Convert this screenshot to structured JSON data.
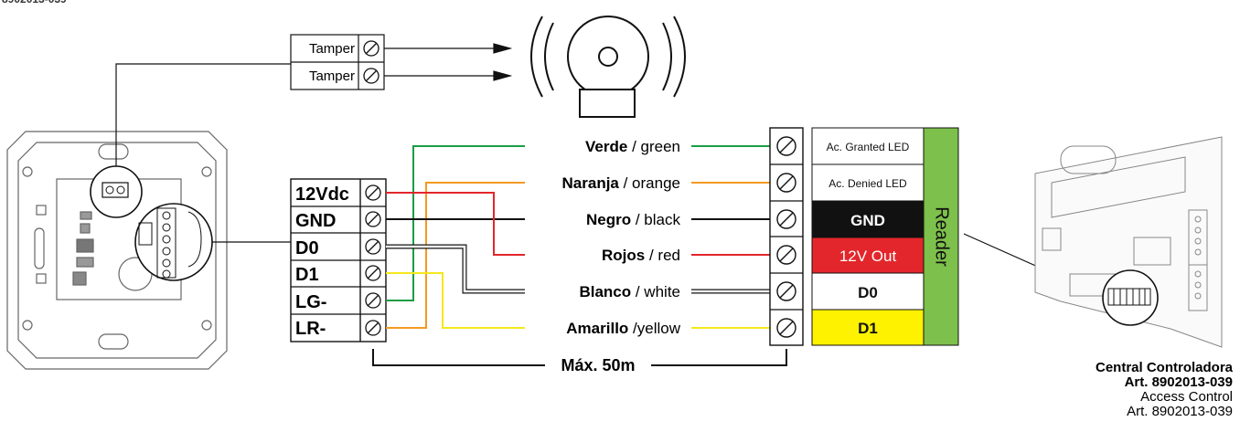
{
  "header_code": "8902013-039",
  "tamper_labels": [
    "Tamper",
    "Tamper"
  ],
  "left_terminals": [
    "12Vdc",
    "GND",
    "D0",
    "D1",
    "LG-",
    "LR-"
  ],
  "wires": [
    {
      "es": "Verde",
      "en": " / green",
      "color": "#1a9e45"
    },
    {
      "es": "Naranja",
      "en": " / orange",
      "color": "#f39a21"
    },
    {
      "es": "Negro",
      "en": " / black",
      "color": "#111111"
    },
    {
      "es": "Rojos",
      "en": " / red",
      "color": "#e3262b"
    },
    {
      "es": "Blanco",
      "en": " / white",
      "color": "#ffffff"
    },
    {
      "es": "Amarillo",
      "en": " /yellow",
      "color": "#f4e81c"
    }
  ],
  "reader_terminals": [
    {
      "label": "Ac. Granted LED",
      "bg": "#ffffff",
      "fg": "#111111"
    },
    {
      "label": "Ac. Denied LED",
      "bg": "#ffffff",
      "fg": "#111111"
    },
    {
      "label": "GND",
      "bg": "#111111",
      "fg": "#ffffff"
    },
    {
      "label": "12V Out",
      "bg": "#e3262b",
      "fg": "#ffffff"
    },
    {
      "label": "D0",
      "bg": "#ffffff",
      "fg": "#111111"
    },
    {
      "label": "D1",
      "bg": "#fff200",
      "fg": "#111111"
    }
  ],
  "reader_label": "Reader",
  "reader_color": "#7dc04b",
  "distance_label": "Máx. 50m",
  "caption": {
    "line1": "Central Controladora",
    "line2": "Art. 8902013-039",
    "line3": "Access Control",
    "line4": "Art. 8902013-039"
  }
}
